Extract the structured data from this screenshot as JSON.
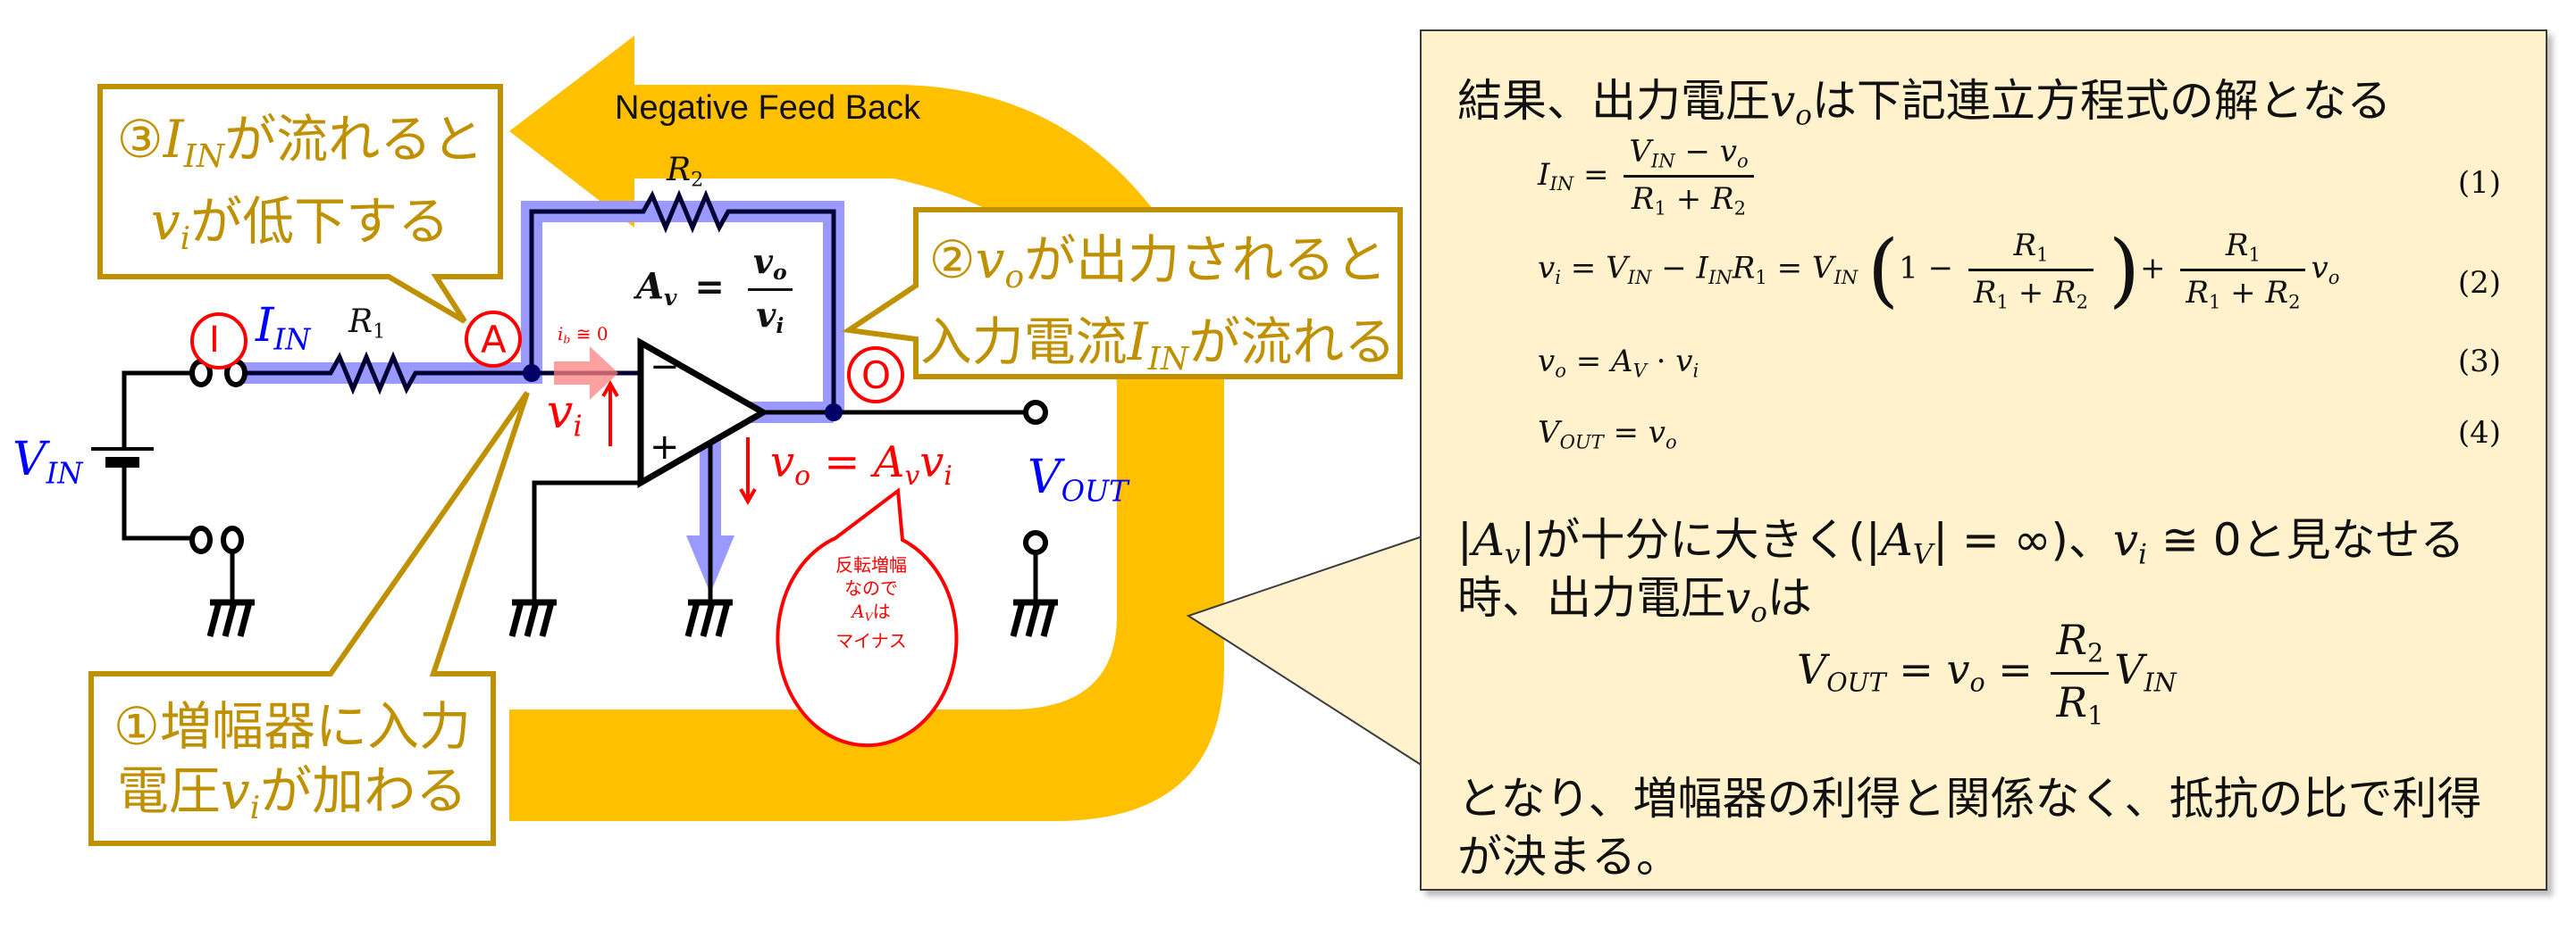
{
  "colors": {
    "feedback_arrow": "#FFC000",
    "callout_border": "#BF9000",
    "callout_text": "#BF9000",
    "current_path_highlight": "#9999FF",
    "wire": "#000000",
    "node": "#000066",
    "red_annotation": "#FF0000",
    "blue_label": "#0000FF",
    "panel_bg": "#FFF2CC"
  },
  "feedback_arrow": {
    "label": "Negative Feed Back"
  },
  "circuit": {
    "input_marker": "I",
    "node_marker_a": "A",
    "output_marker": "O",
    "input_current_label": {
      "main": "I",
      "sub": "IN"
    },
    "r1_label": {
      "main": "R",
      "sub": "1"
    },
    "r2_label": {
      "main": "R",
      "sub": "2"
    },
    "vin_label": {
      "main": "V",
      "sub": "IN"
    },
    "vout_label": {
      "main": "V",
      "sub": "OUT"
    },
    "bias_current_label": "i_b ≅ 0",
    "bias_current": {
      "main": "i",
      "sub": "b",
      "rest": " ≅ 0"
    },
    "vi_label": {
      "main": "v",
      "sub": "i"
    },
    "gain_formula": {
      "lhs_main": "A",
      "lhs_sub": "v",
      "eq": "=",
      "num_main": "v",
      "num_sub": "o",
      "den_main": "v",
      "den_sub": "i"
    },
    "output_formula": {
      "arrow": "↓",
      "text": "v",
      "sub_o": "o",
      "eq": " = ",
      "a": "A",
      "sub_v": "v",
      "v2": "v",
      "sub_i": "i"
    },
    "opamp_minus": "−",
    "opamp_plus": "+"
  },
  "callouts": {
    "step1": {
      "line1": "①増幅器に入力",
      "line2_prefix": "電圧",
      "line2_var": "v",
      "line2_sub": "i",
      "line2_suffix": "が加わる"
    },
    "step2": {
      "line1_prefix": "②",
      "line1_var": "v",
      "line1_sub": "o",
      "line1_suffix": "が出力されると",
      "line2_prefix": "入力電流",
      "line2_var": "I",
      "line2_sub": "IN",
      "line2_suffix": "が流れる"
    },
    "step3": {
      "line1_prefix": "③",
      "line1_var": "I",
      "line1_sub": "IN",
      "line1_suffix": "が流れると",
      "line2_var": "v",
      "line2_sub": "i",
      "line2_suffix": "が低下する"
    },
    "red_note": {
      "line1": "反転増幅",
      "line2": "なので",
      "line3_var": "A",
      "line3_sub": "V",
      "line3_suffix": "は",
      "line4": "マイナス"
    }
  },
  "panel": {
    "heading_prefix": "結果、出力電圧",
    "heading_var": "v",
    "heading_sub": "o",
    "heading_suffix": "は下記連立方程式の解となる",
    "equations": [
      {
        "number": "(1)",
        "text": "I_IN = (V_IN − v_o) / (R_1 + R_2)"
      },
      {
        "number": "(2)",
        "text": "v_i = V_IN − I_IN R_1 = V_IN (1 − R_1/(R_1 + R_2)) + R_1/(R_1 + R_2) v_o"
      },
      {
        "number": "(3)",
        "text": "v_o = A_V · v_i"
      },
      {
        "number": "(4)",
        "text": "V_OUT = v_o"
      }
    ],
    "condition_line1": "|A_v|が十分に大きく(|A_V| = ∞)、v_i ≅ 0と見なせる",
    "condition_line1_parts": {
      "p1": "|",
      "a": "A",
      "a_sub": "v",
      "p2": "|が十分に大きく(|",
      "a2": "A",
      "a2_sub": "V",
      "p3": "| = ∞)、",
      "v": "v",
      "v_sub": "i",
      "p4": " ≅ 0と見なせる"
    },
    "condition_line2_prefix": "時、出力電圧",
    "condition_line2_var": "v",
    "condition_line2_sub": "o",
    "condition_line2_suffix": "は",
    "result_formula": "V_OUT = v_o = (R_2 / R_1) V_IN",
    "conclusion_line1": "となり、増幅器の利得と関係なく、抵抗の比で利得",
    "conclusion_line2": "が決まる。"
  }
}
